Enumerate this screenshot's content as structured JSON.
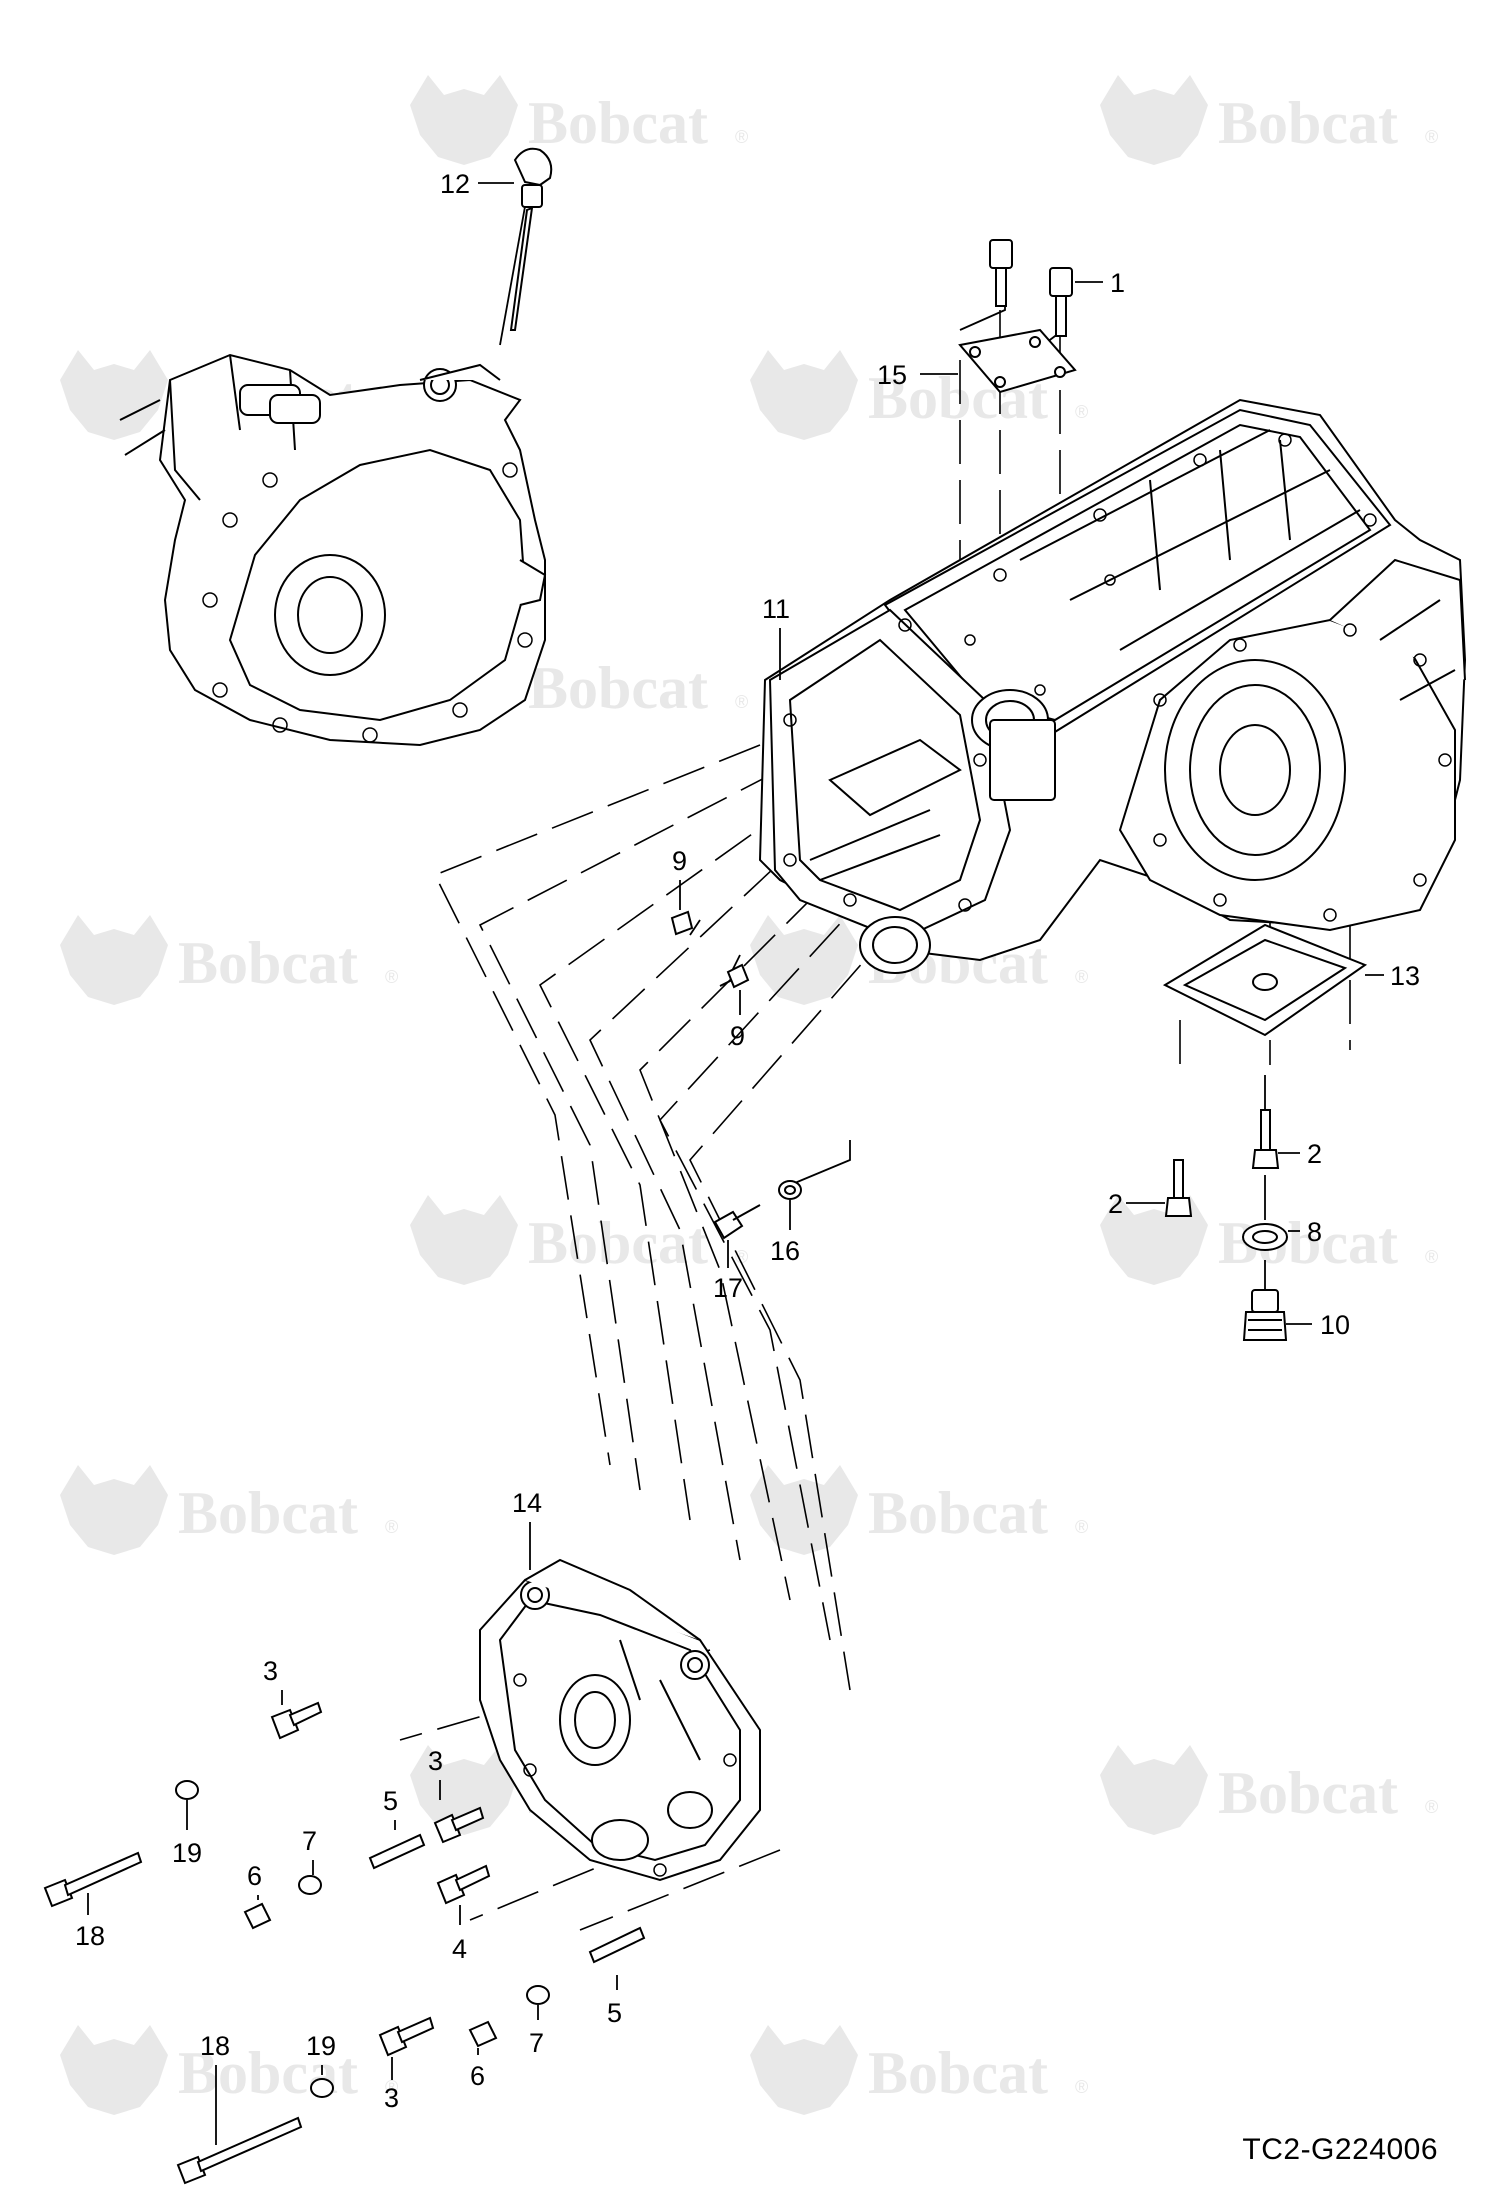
{
  "watermark": {
    "brand": "Bobcat",
    "mark": "®",
    "color": "#e8e8e8"
  },
  "document_code": "TC2-G224006",
  "callouts": [
    {
      "id": "c12",
      "number": "12"
    },
    {
      "id": "c1",
      "number": "1"
    },
    {
      "id": "c15",
      "number": "15"
    },
    {
      "id": "c11",
      "number": "11"
    },
    {
      "id": "c9a",
      "number": "9"
    },
    {
      "id": "c9b",
      "number": "9"
    },
    {
      "id": "c13",
      "number": "13"
    },
    {
      "id": "c2a",
      "number": "2"
    },
    {
      "id": "c2b",
      "number": "2"
    },
    {
      "id": "c8",
      "number": "8"
    },
    {
      "id": "c10",
      "number": "10"
    },
    {
      "id": "c16",
      "number": "16"
    },
    {
      "id": "c17",
      "number": "17"
    },
    {
      "id": "c14",
      "number": "14"
    },
    {
      "id": "c3a",
      "number": "3"
    },
    {
      "id": "c3b",
      "number": "3"
    },
    {
      "id": "c5a",
      "number": "5"
    },
    {
      "id": "c7a",
      "number": "7"
    },
    {
      "id": "c19a",
      "number": "19"
    },
    {
      "id": "c6a",
      "number": "6"
    },
    {
      "id": "c18a",
      "number": "18"
    },
    {
      "id": "c4",
      "number": "4"
    },
    {
      "id": "c5b",
      "number": "5"
    },
    {
      "id": "c7b",
      "number": "7"
    },
    {
      "id": "c6b",
      "number": "6"
    },
    {
      "id": "c19b",
      "number": "19"
    },
    {
      "id": "c18b",
      "number": "18"
    },
    {
      "id": "c3c",
      "number": "3"
    }
  ]
}
